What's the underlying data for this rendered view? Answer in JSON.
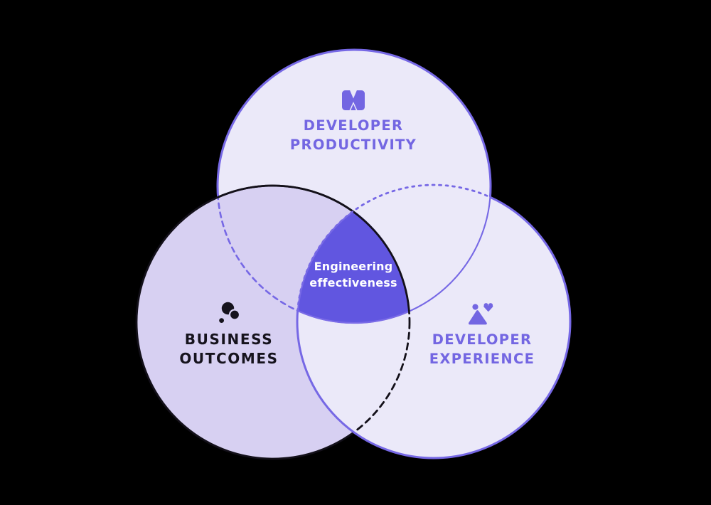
{
  "background_color": "#000000",
  "colors": {
    "accent_purple_border": "#7668E5",
    "light_circle_fill": "#EBE9F9",
    "medium_circle_fill": "#D7D0F2",
    "center_overlap_fill": "#6156E0",
    "black_border": "#131019",
    "heading_purple": "#7366E2",
    "heading_dark": "#16131D",
    "center_text": "#FFFFFF"
  },
  "venn": {
    "top_circle": {
      "id": "developer-productivity",
      "lines": [
        "DEVELOPER",
        "PRODUCTIVITY"
      ],
      "icon": "logo-mark-icon"
    },
    "left_circle": {
      "id": "business-outcomes",
      "lines": [
        "BUSINESS",
        "OUTCOMES"
      ],
      "icon": "dots-cluster-icon"
    },
    "right_circle": {
      "id": "developer-experience",
      "lines": [
        "DEVELOPER",
        "EXPERIENCE"
      ],
      "icon": "person-heart-icon"
    },
    "center_overlap": {
      "lines": [
        "Engineering",
        "effectiveness"
      ]
    }
  }
}
